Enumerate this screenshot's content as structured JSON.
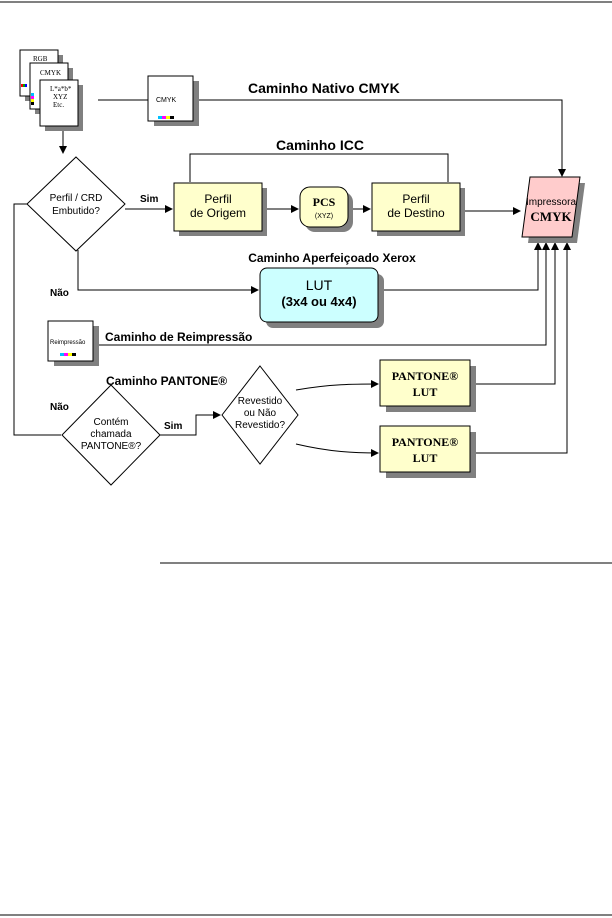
{
  "docs": {
    "rgb": "RGB",
    "cmyk": "CMYK",
    "lab_line1": "L*a*b*",
    "lab_line2": "XYZ",
    "lab_line3": "Etc.",
    "cmyk_native": "CMYK",
    "reprint": "Reimpressão"
  },
  "paths": {
    "native": "Caminho Nativo CMYK",
    "icc": "Caminho ICC",
    "xerox": "Caminho Aperfeiçoado Xerox",
    "reprint": "Caminho de Reimpressão",
    "pantone": "Caminho PANTONE®"
  },
  "decisions": {
    "embedded_line1": "Perfil / CRD",
    "embedded_line2": "Embutido?",
    "pantone_line1": "Contém",
    "pantone_line2": "chamada",
    "pantone_line3": "PANTONE®?",
    "coated_line1": "Revestido",
    "coated_line2": "ou Não",
    "coated_line3": "Revestido?"
  },
  "edge_labels": {
    "sim_1": "Sim",
    "nao_1": "Não",
    "nao_2": "Não",
    "sim_2": "Sim"
  },
  "boxes": {
    "source_line1": "Perfil",
    "source_line2": "de Origem",
    "pcs_line1": "PCS",
    "pcs_line2": "(XYZ)",
    "dest_line1": "Perfil",
    "dest_line2": "de Destino",
    "lut_line1": "LUT",
    "lut_line2": "(3x4 ou 4x4)",
    "printer_line1": "Impressora",
    "printer_line2": "CMYK",
    "pantone_lut1_line1": "PANTONE®",
    "pantone_lut1_line2": "LUT",
    "pantone_lut2_line1": "PANTONE®",
    "pantone_lut2_line2": "LUT"
  },
  "colors": {
    "box_fill": "#ffffcc",
    "lut_fill": "#ccffff",
    "printer_fill": "#ffcccc",
    "shadow": "#808080"
  }
}
